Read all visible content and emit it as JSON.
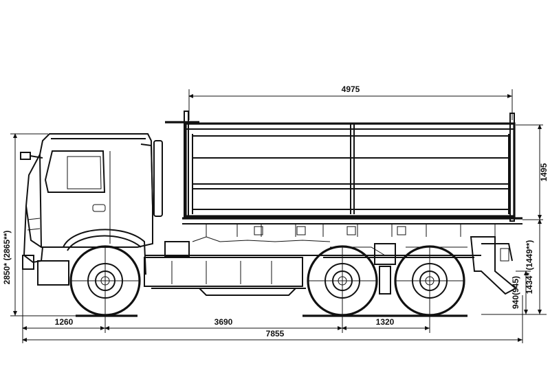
{
  "diagram": {
    "subject": "6x6 dump truck side elevation with overall dimensions",
    "dimensions": {
      "body_length": "4975",
      "body_height": "1495",
      "overall_height": "2850* (2865**)",
      "rear_height": "1434* (1449**)",
      "low_height": "940(945)",
      "front_overhang": "1260",
      "wheelbase": "3690",
      "rear_bogie": "1320",
      "overall_length": "7855"
    }
  }
}
